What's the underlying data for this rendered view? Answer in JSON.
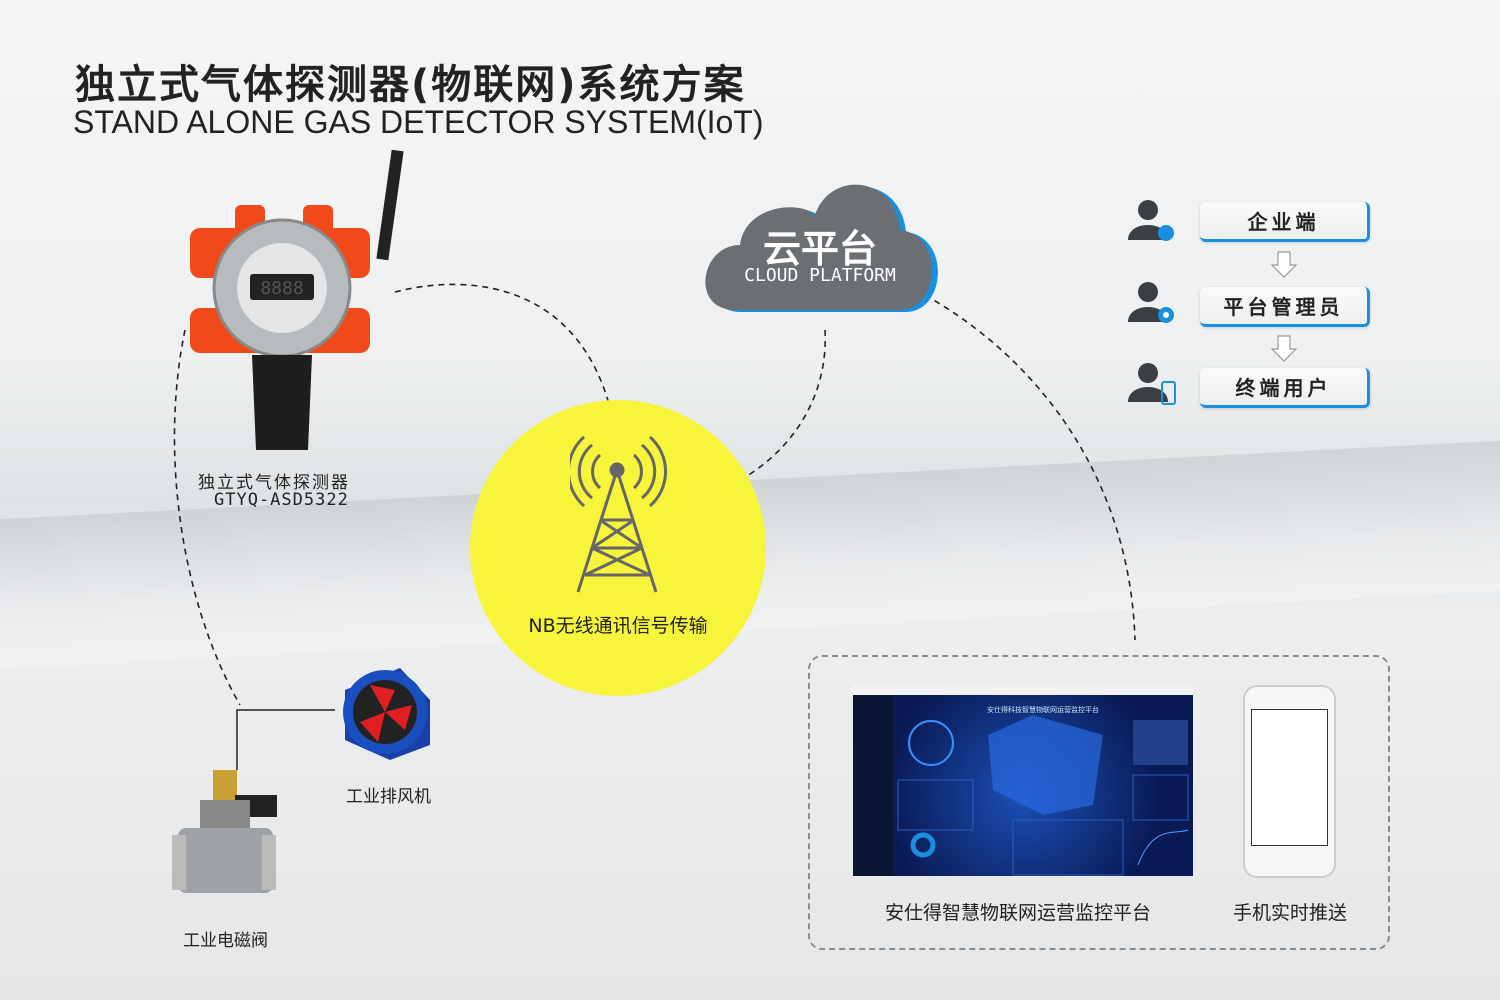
{
  "title": "独立式气体探测器(物联网)系统方案",
  "subtitle": "STAND ALONE GAS DETECTOR SYSTEM(IoT)",
  "detector": {
    "name": "独立式气体探测器",
    "model": "GTYQ-ASD5322",
    "display": "8888"
  },
  "cloud": {
    "title": "云平台",
    "subtitle": "CLOUD PLATFORM"
  },
  "signal": {
    "label": "NB无线通讯信号传输"
  },
  "roles": [
    {
      "label": "企业端",
      "icon": "user-globe-icon"
    },
    {
      "label": "平台管理员",
      "icon": "user-gear-icon"
    },
    {
      "label": "终端用户",
      "icon": "user-phone-icon"
    }
  ],
  "fan": {
    "label": "工业排风机"
  },
  "valve": {
    "label": "工业电磁阀"
  },
  "platform": {
    "caption": "安仕得智慧物联网运营监控平台",
    "dashboard_title": "安仕得科技智慧物联网运营监控平台"
  },
  "phone": {
    "caption": "手机实时推送"
  },
  "colors": {
    "accent": "#1a8fe0",
    "yellow": "#f6f53c",
    "cloud": "#6b6e72",
    "device": "#f04a1a"
  }
}
